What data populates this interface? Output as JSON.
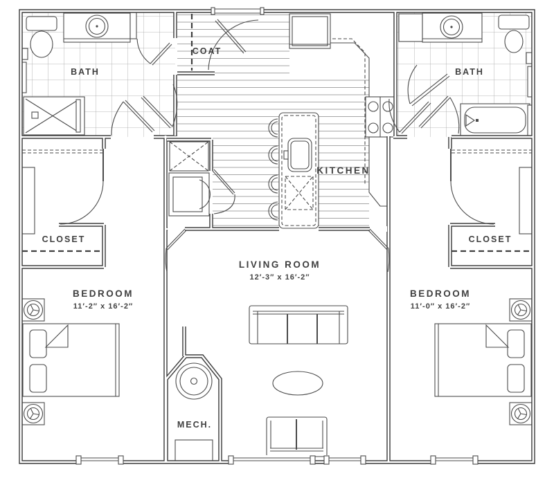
{
  "floor_plan": {
    "colors": {
      "line": "#3f3f3f",
      "background": "#ffffff",
      "grid": "#a3a3a3"
    },
    "rooms": {
      "bath_left": {
        "label": "BATH"
      },
      "bath_right": {
        "label": "BATH"
      },
      "coat_closet": {
        "label": "COAT"
      },
      "kitchen": {
        "label": "KITCHEN"
      },
      "closet_left": {
        "label": "CLOSET"
      },
      "closet_right": {
        "label": "CLOSET"
      },
      "living_room": {
        "label": "LIVING ROOM",
        "dimensions": "12′-3″ x 16′-2″"
      },
      "bedroom_left": {
        "label": "BEDROOM",
        "dimensions": "11′-2″ x 16′-2″"
      },
      "bedroom_right": {
        "label": "BEDROOM",
        "dimensions": "11′-0″ x 16′-2″"
      },
      "mech": {
        "label": "MECH."
      }
    }
  }
}
